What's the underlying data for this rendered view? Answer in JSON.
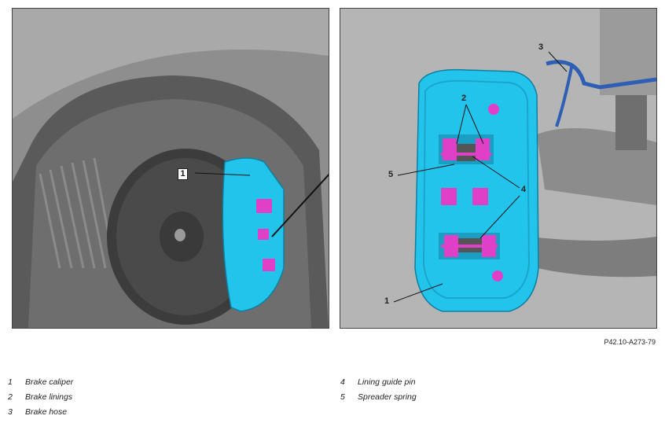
{
  "callouts": {
    "left_1": "1",
    "right_1": "1",
    "right_2": "2",
    "right_3": "3",
    "right_4": "4",
    "right_5": "5"
  },
  "reference_code": "P42.10-A273-79",
  "legend": {
    "left_column": [
      {
        "num": "1",
        "text": "Brake caliper"
      },
      {
        "num": "2",
        "text": "Brake linings"
      },
      {
        "num": "3",
        "text": "Brake hose"
      }
    ],
    "right_column": [
      {
        "num": "4",
        "text": "Lining guide pin"
      },
      {
        "num": "5",
        "text": "Spreader spring"
      }
    ]
  },
  "colors": {
    "caliper": "#22c4ec",
    "highlight": "#e040c8",
    "hose": "#2f5fb5"
  }
}
